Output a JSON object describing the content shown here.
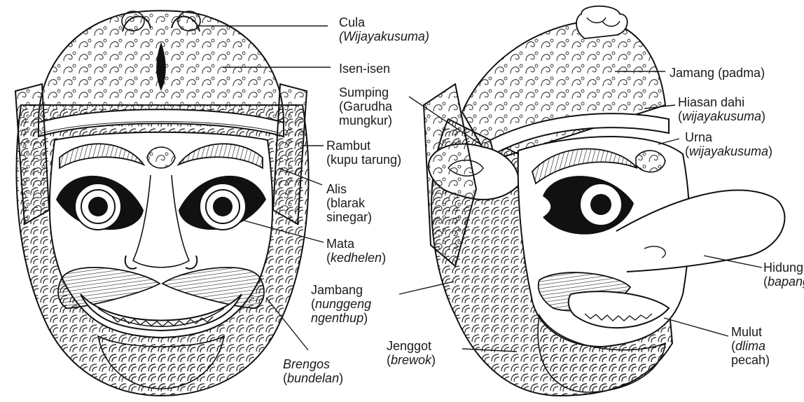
{
  "left_mask": {
    "labels": {
      "cula": {
        "line1": "Cula",
        "line2": "(Wijayakusuma)"
      },
      "isen": {
        "line1": "Isen-isen"
      },
      "rambut": {
        "line1": "Rambut",
        "line2": "(kupu tarung)"
      },
      "alis": {
        "line1": "Alis",
        "line2": "(blarak",
        "line3": "sinegar)"
      },
      "mata": {
        "line1": "Mata",
        "line2_open": "(",
        "line2_it": "kedhelen",
        "line2_close": ")"
      },
      "brengos": {
        "line1": "Brengos",
        "line2_open": "(",
        "line2_it": "bundelan",
        "line2_close": ")"
      }
    }
  },
  "right_mask": {
    "labels": {
      "jamang": {
        "line1": "Jamang (padma)"
      },
      "sumping": {
        "line1": "Sumping",
        "line2": "(Garudha",
        "line3": "mungkur)"
      },
      "hiasan": {
        "line1": "Hiasan dahi",
        "line2_open": "(",
        "line2_it": "wijayakusuma",
        "line2_close": ")"
      },
      "urna": {
        "line1": "Urna",
        "line2_open": "(",
        "line2_it": "wijayakusuma",
        "line2_close": ")"
      },
      "jambang": {
        "line1": "Jambang",
        "line2_open": "(",
        "line2_it": "nunggeng",
        "line3_it": "ngenthup",
        "line3_close": ")"
      },
      "hidung": {
        "line1": "Hidung",
        "line2_open": "(",
        "line2_it": "bapangan",
        "line2_close": ")"
      },
      "jenggot": {
        "line1": "Jenggot",
        "line2_open": "(",
        "line2_it": "brewok",
        "line2_close": ")"
      },
      "mulut": {
        "line1": "Mulut",
        "line2_open": "(",
        "line2_it": "dlima",
        "line3": "pecah)"
      }
    }
  }
}
